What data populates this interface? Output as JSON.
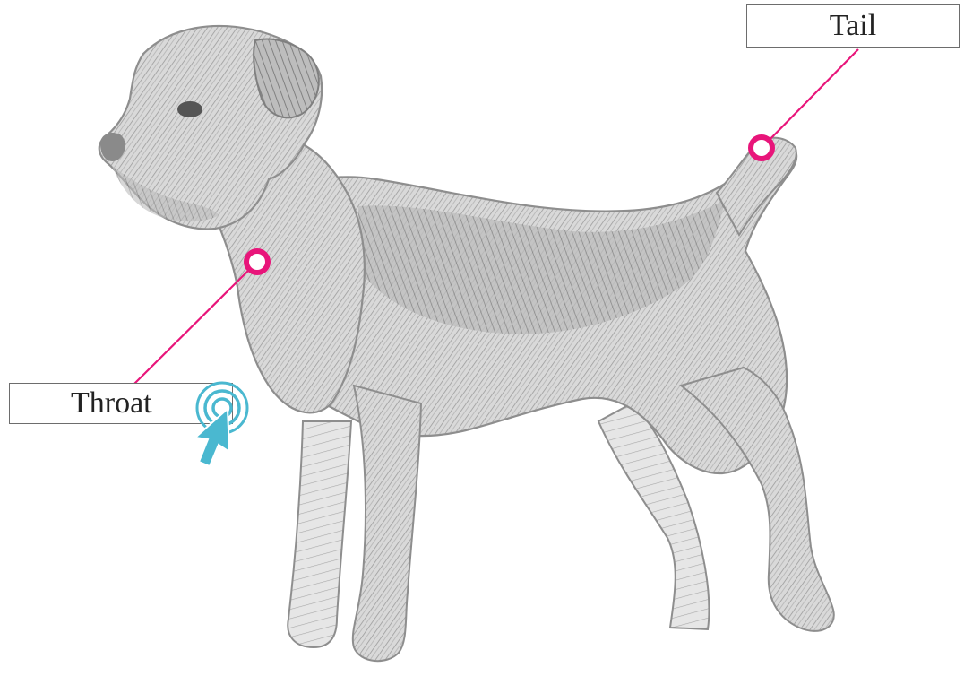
{
  "labels": {
    "tail": "Tail",
    "throat": "Throat"
  },
  "colors": {
    "marker": "#e8157a",
    "leader_line": "#e8157a",
    "dog_sketch": "#8e8e8e",
    "cursor": "#4ab8d0",
    "label_border": "#6d6d6d"
  },
  "icons": {
    "cursor": "tap-cursor-icon",
    "dog": "dog-sketch-illustration"
  }
}
